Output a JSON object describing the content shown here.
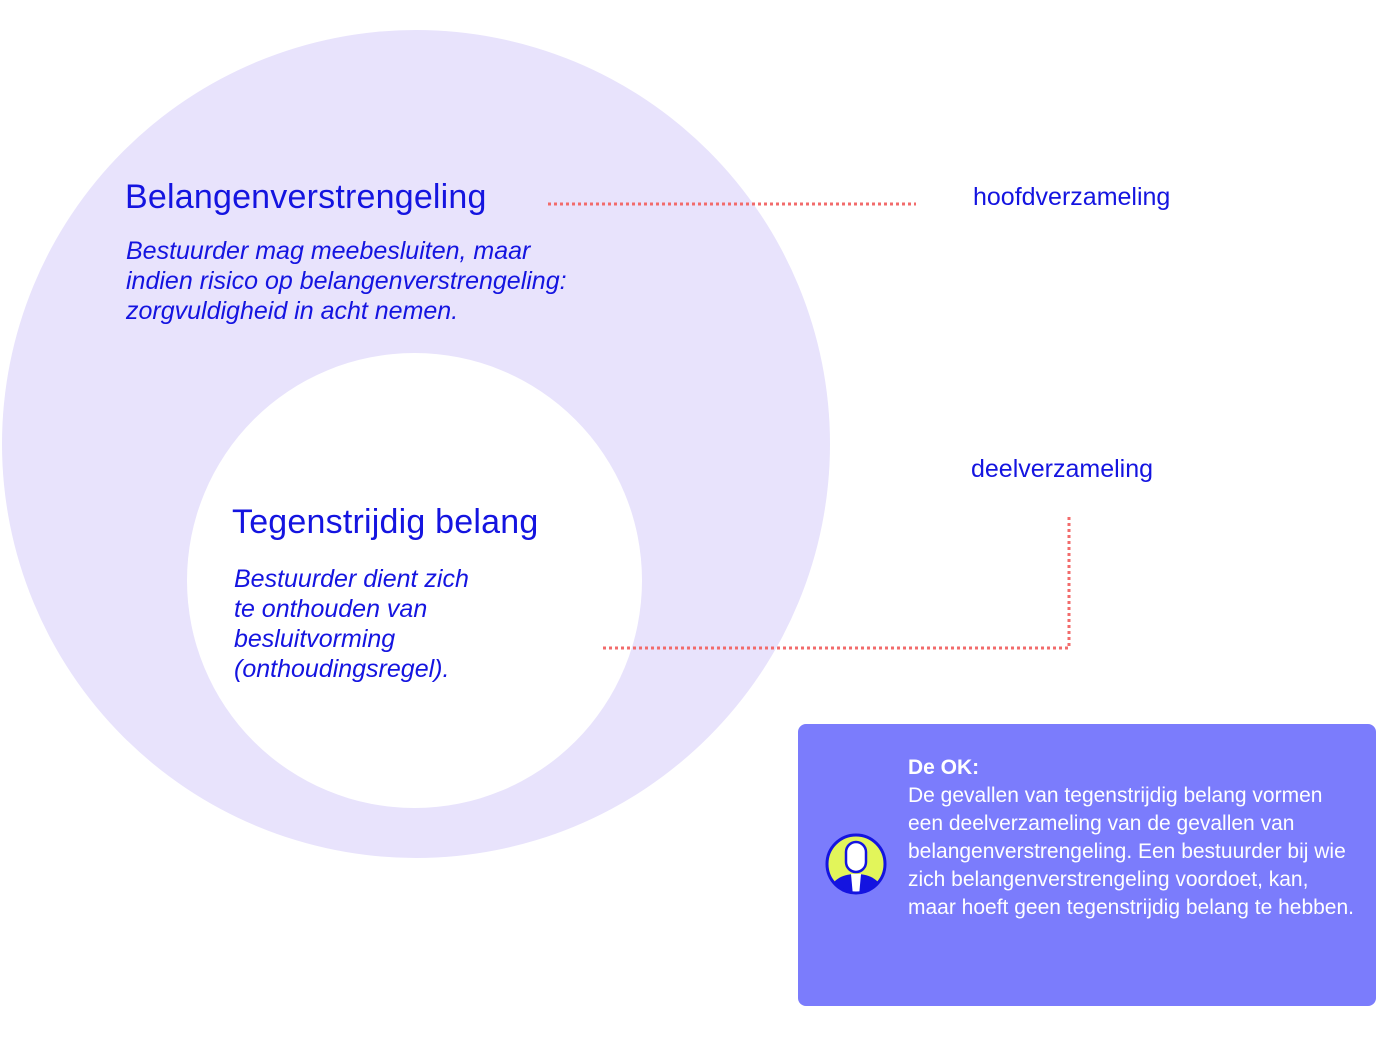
{
  "diagram": {
    "outer": {
      "title": "Belangenverstrengeling",
      "description": "Bestuurder mag meebesluiten, maar\nindien risico op belangenverstrengeling:\nzorgvuldigheid in acht nemen."
    },
    "inner": {
      "title": "Tegenstrijdig belang",
      "description": "Bestuurder dient zich\nte onthouden van\nbesluitvorming\n(onthoudingsregel)."
    },
    "labels": {
      "superset": "hoofdverzameling",
      "subset": "deelverzameling"
    }
  },
  "note": {
    "heading": "De OK:",
    "body": "De gevallen van tegenstrijdig belang vormen een deelverzameling van de gevallen van belangenverstrengeling. Een bestuurder bij wie zich belangenverstrengeling voordoet, kan, maar hoeft geen tegenstrijdig belang te hebben.",
    "avatar_icon": "person-avatar-icon"
  },
  "colors": {
    "text": "#1414e0",
    "outer_circle": "#e8e3fc",
    "inner_circle": "#ffffff",
    "connector": "#f26b6b",
    "note_background": "#7b7cfc",
    "note_text": "#ffffff",
    "avatar_accent": "#e2f55a",
    "avatar_outline": "#1414e0"
  }
}
